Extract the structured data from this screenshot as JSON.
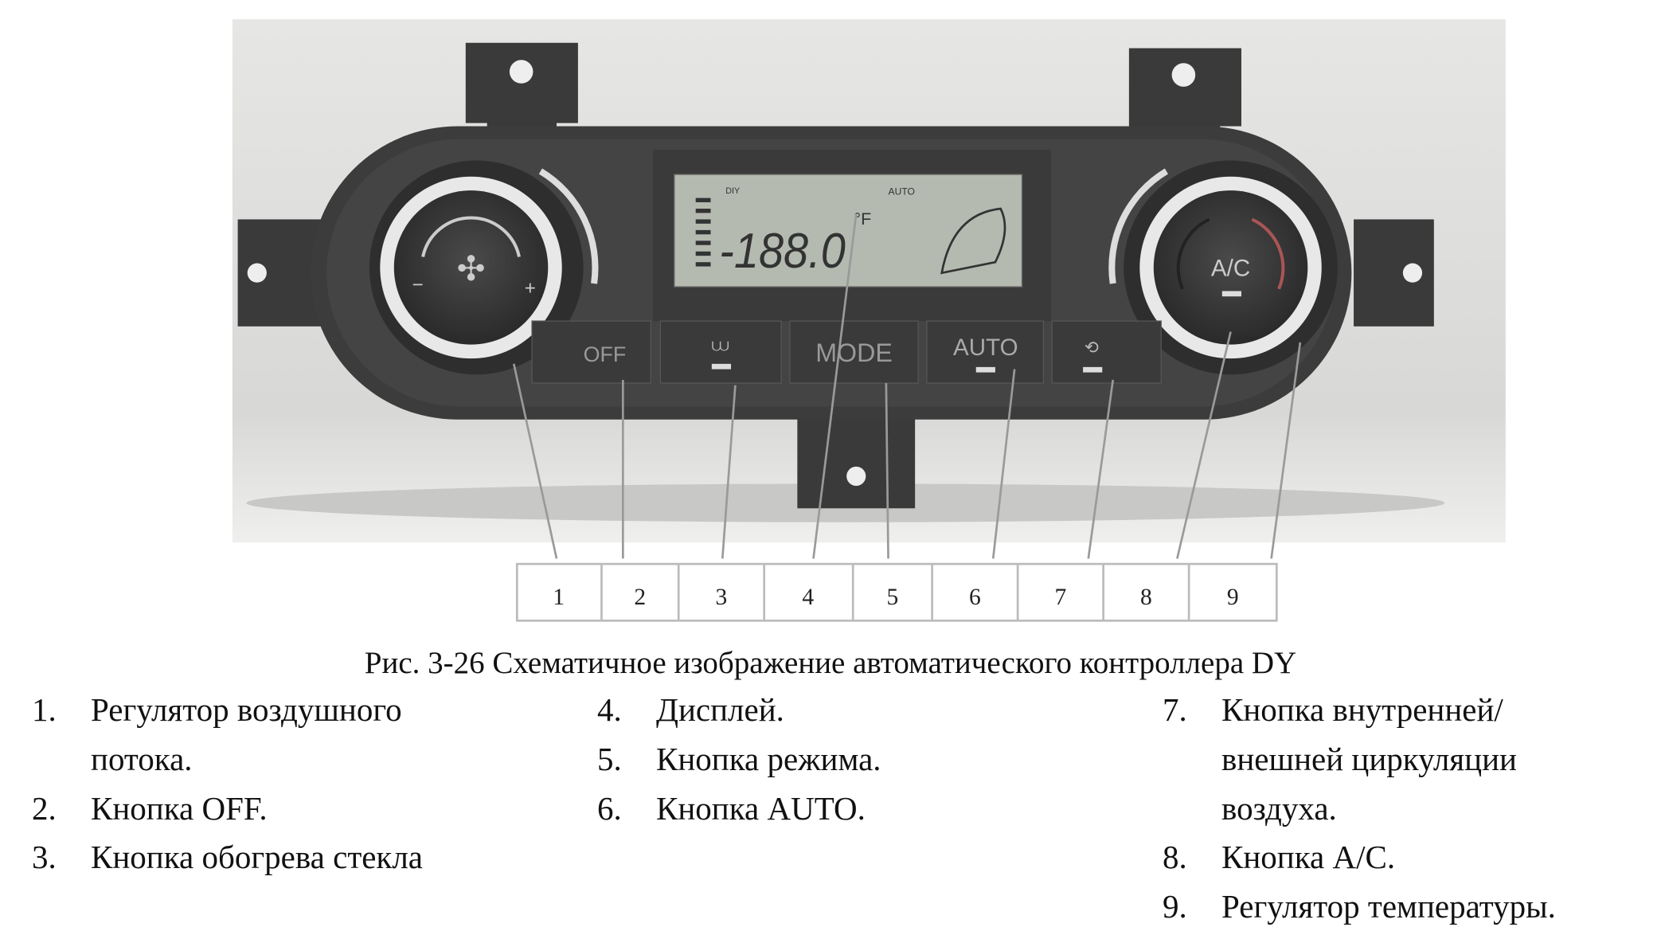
{
  "figure": {
    "panel": {
      "display_value": "-188.0",
      "display_unit": "°F",
      "display_small_left": "DIY",
      "display_small_right": "AUTO",
      "buttons": [
        "OFF",
        "MODE",
        "AUTO"
      ],
      "ac_label": "A/C"
    },
    "callouts": [
      "1",
      "2",
      "3",
      "4",
      "5",
      "6",
      "7",
      "8",
      "9"
    ]
  },
  "caption": "Рис. 3-26 Схематичное изображение автоматического контроллера DY",
  "legend": [
    {
      "num": "1.",
      "lines": [
        "Регулятор воздушного",
        "потока."
      ]
    },
    {
      "num": "2.",
      "lines": [
        "Кнопка OFF."
      ]
    },
    {
      "num": "3.",
      "lines": [
        "Кнопка обогрева стекла"
      ]
    },
    {
      "num": "4.",
      "lines": [
        "Дисплей."
      ]
    },
    {
      "num": "5.",
      "lines": [
        "Кнопка режима."
      ]
    },
    {
      "num": "6.",
      "lines": [
        "Кнопка AUTO."
      ]
    },
    {
      "num": "7.",
      "lines": [
        "Кнопка внутренней/",
        "внешней циркуляции",
        "воздуха."
      ]
    },
    {
      "num": "8.",
      "lines": [
        "Кнопка A/C."
      ]
    },
    {
      "num": "9.",
      "lines": [
        "Регулятор температуры."
      ]
    }
  ]
}
